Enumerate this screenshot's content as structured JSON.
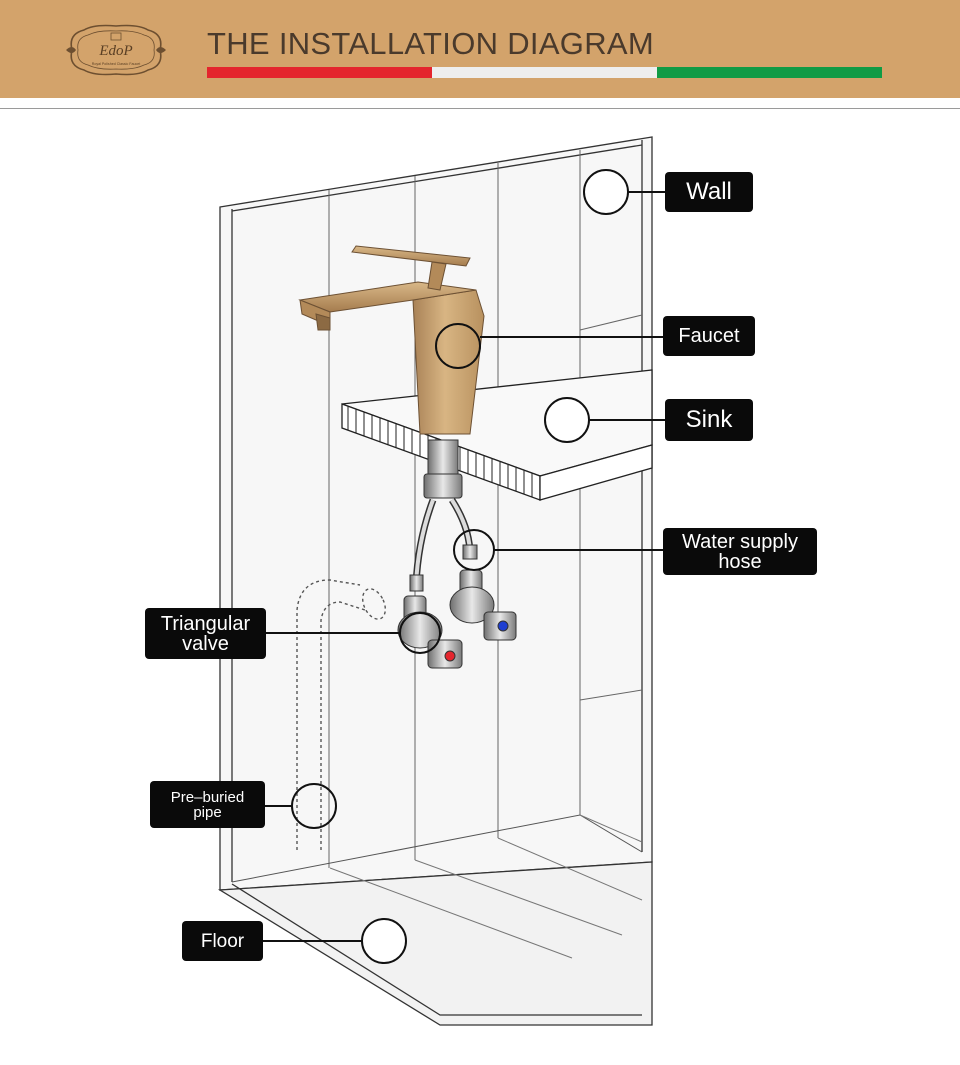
{
  "header": {
    "title": "THE INSTALLATION DIAGRAM",
    "logo_monogram": "EdoP",
    "logo_tagline": "Royal Polished Classic Faucet",
    "colors": {
      "banner": "#d3a36b",
      "flag_red": "#e4252d",
      "flag_white": "#eeeeee",
      "flag_green": "#109b45"
    }
  },
  "labels": {
    "wall": "Wall",
    "faucet": "Faucet",
    "sink": "Sink",
    "water_supply_hose": "Water supply\nhose",
    "triangular_valve": "Triangular\nvalve",
    "pre_buried_pipe": "Pre–buried\npipe",
    "floor": "Floor"
  },
  "colors": {
    "faucet_gold": "#c9a26d",
    "hot_handle": "#e4252d",
    "cold_handle": "#1f3fd1",
    "label_bg": "#0a0a0a"
  }
}
